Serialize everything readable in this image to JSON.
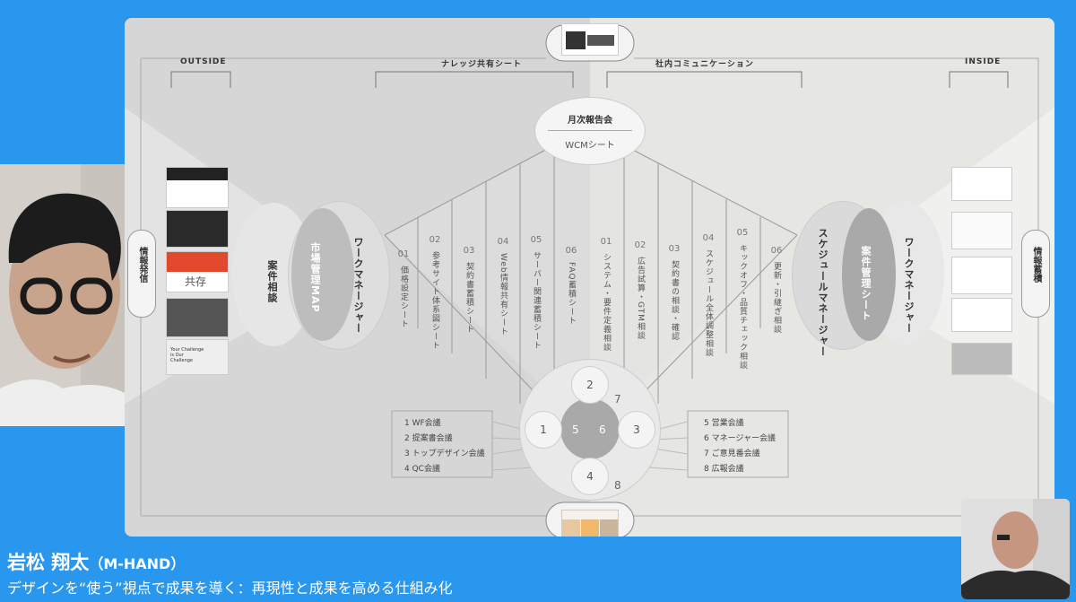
{
  "slide": {
    "headers": {
      "outside": "OUTSIDE",
      "knowledge": "ナレッジ共有シート",
      "internal": "社内コミュニケーション",
      "inside": "INSIDE"
    },
    "center_top": {
      "title": "月次報告会",
      "subtitle": "WCMシート"
    },
    "left_pill": "情報発信",
    "right_pill": "情報蓄積",
    "left_circles": {
      "outer": "案件相談",
      "market": "市場管理MAP",
      "worker": "ワークマネージャー"
    },
    "right_circles": {
      "schedule": "スケジュールマネージャー",
      "case": "案件管理シート",
      "worker": "ワークマネージャー"
    },
    "knowledge_columns": [
      {
        "num": "01",
        "label": "価格設定シート"
      },
      {
        "num": "02",
        "label": "参考サイト体系図シート"
      },
      {
        "num": "03",
        "label": "契約書蓄積シート"
      },
      {
        "num": "04",
        "label": "Web情報共有シート"
      },
      {
        "num": "05",
        "label": "サーバー関連蓄積シート"
      },
      {
        "num": "06",
        "label": "FAQ蓄積シート"
      }
    ],
    "internal_columns": [
      {
        "num": "01",
        "label": "システム・要件定義相談"
      },
      {
        "num": "02",
        "label": "広告試算・GTM相談"
      },
      {
        "num": "03",
        "label": "契約書の相談・確認"
      },
      {
        "num": "04",
        "label": "スケジュール全体調整相談"
      },
      {
        "num": "05",
        "label": "キックオフ・品質チェック相談"
      },
      {
        "num": "06",
        "label": "更新・引継ぎ相談"
      }
    ],
    "cycle_numbers": [
      "1",
      "2",
      "3",
      "4",
      "5",
      "6",
      "7",
      "8"
    ],
    "left_meetings": [
      "1 WF会議",
      "2 提案書会議",
      "3 トップデザイン会議",
      "4 QC会議"
    ],
    "right_meetings": [
      "5 営業会議",
      "6 マネージャー会議",
      "7 ご意見番会議",
      "8 広報会議"
    ],
    "left_shot_texts": [
      "共存",
      "Your Challenge is Our Challenge"
    ]
  },
  "caption": {
    "name": "岩松 翔太",
    "company": "（M-HAND）",
    "subtitle": "デザインを“使う”視点で成果を導く：再現性と成果を高める仕組み化"
  },
  "colors": {
    "background": "#2a97ee",
    "slide_left": "#d6d6d6",
    "slide_right": "#e6e7e3"
  }
}
